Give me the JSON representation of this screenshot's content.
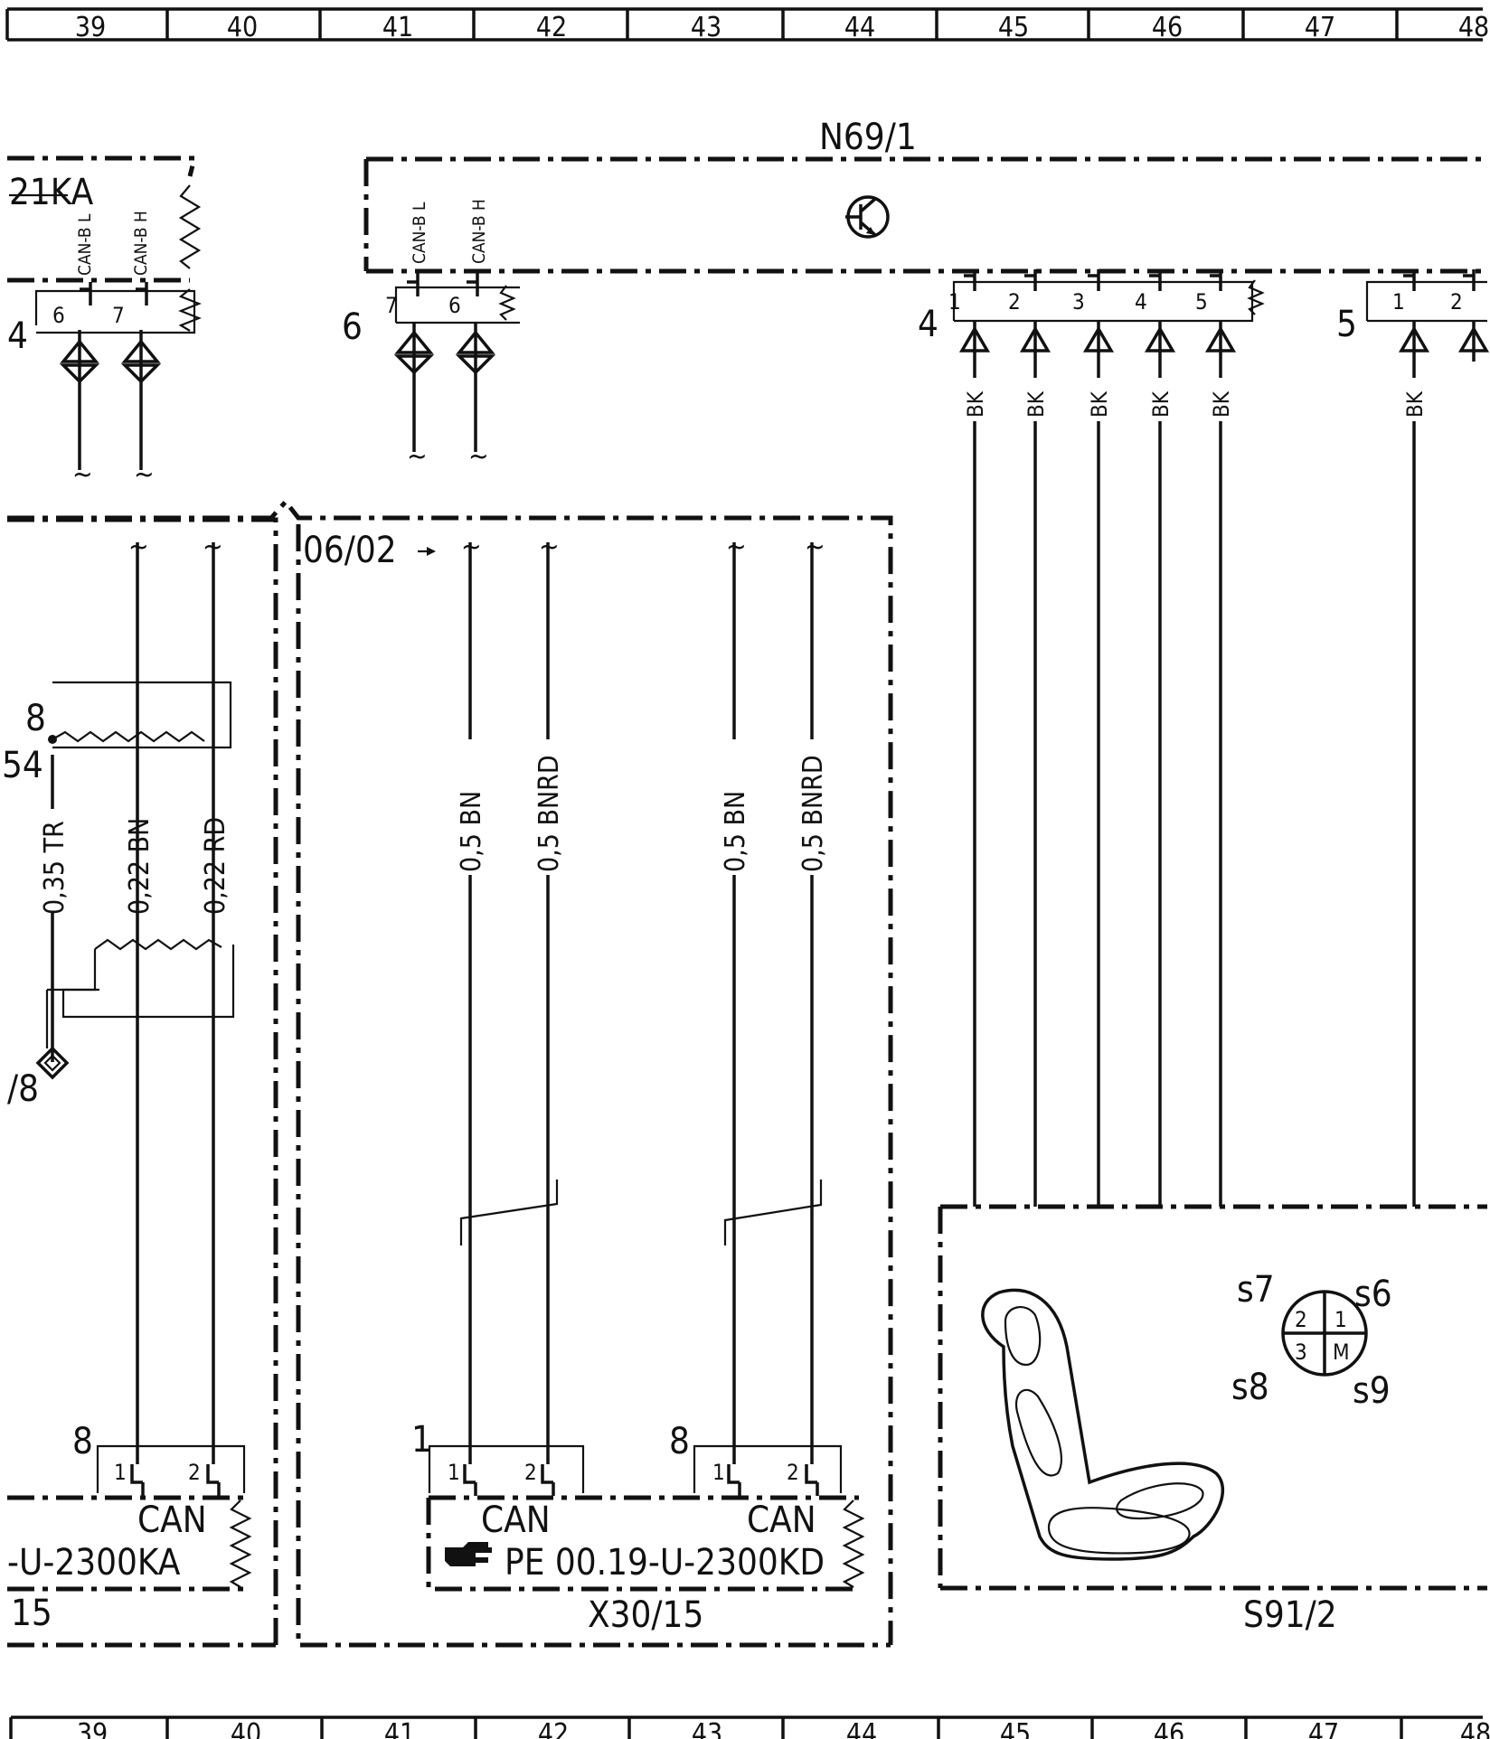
{
  "grid": {
    "top": [
      "39",
      "40",
      "41",
      "42",
      "43",
      "44",
      "45",
      "46",
      "47",
      "48"
    ],
    "bottom": [
      "39",
      "40",
      "41",
      "42",
      "43",
      "44",
      "45",
      "46",
      "47",
      "48"
    ]
  },
  "components": {
    "n69_1": "N69/1",
    "left_unit": "21KA",
    "x30_15": "X30/15",
    "left_bottom": "15",
    "s91_2": "S91/2"
  },
  "signals": {
    "can_b_l": "CAN-B L",
    "can_b_h": "CAN-B H",
    "can": "CAN"
  },
  "pins": {
    "left_connector": [
      "6",
      "7"
    ],
    "n69_can": [
      "7",
      "6"
    ],
    "n69_out": [
      "1",
      "2",
      "3",
      "4",
      "5"
    ],
    "right_connector": [
      "1",
      "2"
    ],
    "bottom_connector": [
      "1",
      "2"
    ]
  },
  "connectors": {
    "left_top": "4",
    "n69_can": "6",
    "n69_out": "4",
    "right_top": "5",
    "bottom_left": "8",
    "bottom_mid": "1",
    "bottom_right": "8"
  },
  "wires": {
    "bk": "BK",
    "tr": "0,35 TR",
    "bn022": "0,22 BN",
    "rd022": "0,22 RD",
    "bn05": "0,5 BN",
    "bnrd05": "0,5 BNRD"
  },
  "labels": {
    "date_ref": "06/02",
    "twist_top": "8",
    "twist_mid": "54",
    "ground": "/8",
    "can_ref_left": "-U-2300KA",
    "can_ref_right": "PE 00.19-U-2300KD"
  },
  "switch_positions": {
    "s7": "s7",
    "s6": "s6",
    "s8": "s8",
    "s9": "s9",
    "q1": "1",
    "q2": "2",
    "q3": "3",
    "q4": "M"
  },
  "icons": [
    "transistor-icon",
    "pointing-hand-icon",
    "seat-icon",
    "rotary-switch-icon"
  ]
}
